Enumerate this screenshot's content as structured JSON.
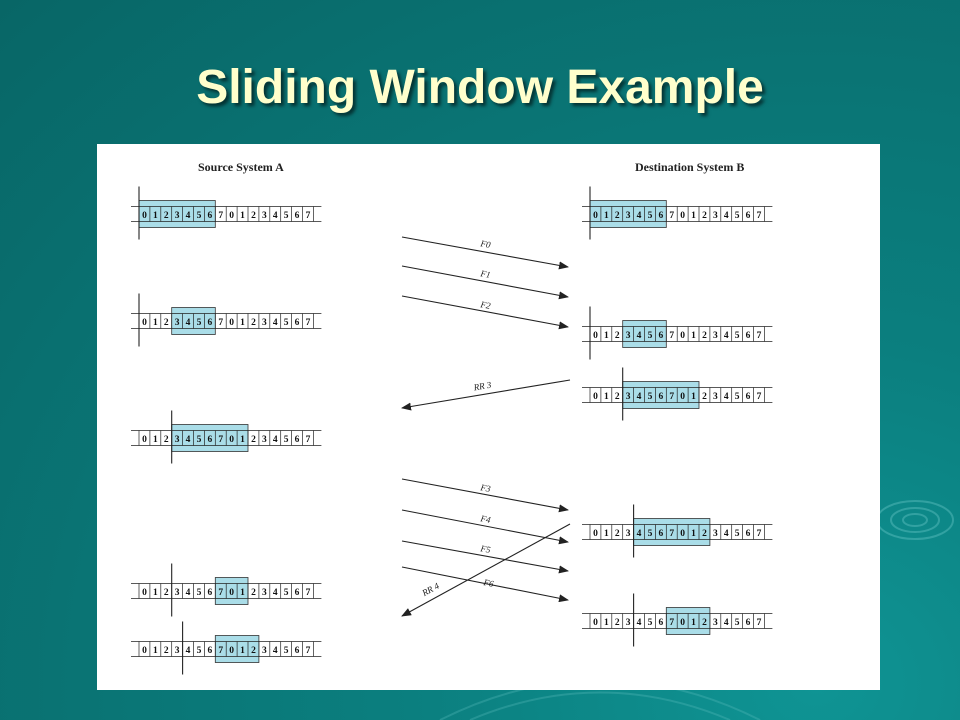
{
  "slide": {
    "title": "Sliding Window Example",
    "accent_color": "#ffffcc",
    "window_fill": "#aadde8"
  },
  "diagram": {
    "source_header": "Source System A",
    "destination_header": "Destination System B",
    "sequence": [
      "0",
      "1",
      "2",
      "3",
      "4",
      "5",
      "6",
      "7",
      "0",
      "1",
      "2",
      "3",
      "4",
      "5",
      "6",
      "7"
    ],
    "source_states": [
      {
        "window_start": 0,
        "window_end": 6,
        "marker": 0
      },
      {
        "window_start": 3,
        "window_end": 6,
        "marker": 0
      },
      {
        "window_start": 3,
        "window_end": 9,
        "marker": 3
      },
      {
        "window_start": 7,
        "window_end": 9,
        "marker": 3
      },
      {
        "window_start": 7,
        "window_end": 10,
        "marker": 4
      }
    ],
    "destination_states": [
      {
        "window_start": 0,
        "window_end": 6,
        "marker": 0
      },
      {
        "window_start": 3,
        "window_end": 6,
        "marker": 0
      },
      {
        "window_start": 3,
        "window_end": 9,
        "marker": 3
      },
      {
        "window_start": 4,
        "window_end": 10,
        "marker": 4
      },
      {
        "window_start": 7,
        "window_end": 10,
        "marker": 4
      }
    ],
    "messages": [
      {
        "label": "F0",
        "dir": "A-to-B"
      },
      {
        "label": "F1",
        "dir": "A-to-B"
      },
      {
        "label": "F2",
        "dir": "A-to-B"
      },
      {
        "label": "RR 3",
        "dir": "B-to-A"
      },
      {
        "label": "F3",
        "dir": "A-to-B"
      },
      {
        "label": "F4",
        "dir": "A-to-B"
      },
      {
        "label": "F5",
        "dir": "A-to-B"
      },
      {
        "label": "F6",
        "dir": "A-to-B"
      },
      {
        "label": "RR 4",
        "dir": "B-to-A"
      }
    ]
  }
}
